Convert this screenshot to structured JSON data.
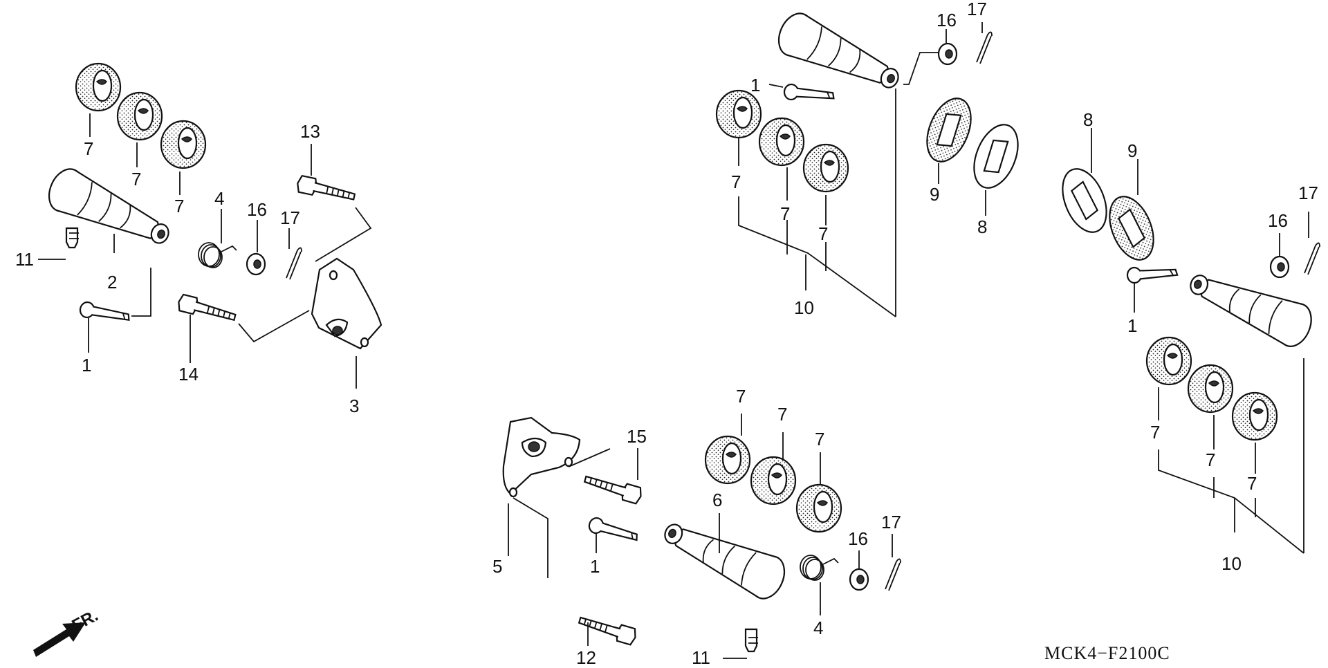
{
  "diagram_code": "MCK4−F2100C",
  "front_indicator": "FR.",
  "labels": [
    {
      "id": "a7a",
      "text": "7"
    },
    {
      "id": "a7b",
      "text": "7"
    },
    {
      "id": "a7c",
      "text": "7"
    },
    {
      "id": "a13",
      "text": "13"
    },
    {
      "id": "a4",
      "text": "4"
    },
    {
      "id": "a16",
      "text": "16"
    },
    {
      "id": "a17",
      "text": "17"
    },
    {
      "id": "a11",
      "text": "11"
    },
    {
      "id": "a2",
      "text": "2"
    },
    {
      "id": "a1",
      "text": "1"
    },
    {
      "id": "a14",
      "text": "14"
    },
    {
      "id": "a3",
      "text": "3"
    },
    {
      "id": "b16",
      "text": "16"
    },
    {
      "id": "b17",
      "text": "17"
    },
    {
      "id": "b1",
      "text": "1"
    },
    {
      "id": "b7a",
      "text": "7"
    },
    {
      "id": "b7b",
      "text": "7"
    },
    {
      "id": "b7c",
      "text": "7"
    },
    {
      "id": "b10",
      "text": "10"
    },
    {
      "id": "b9",
      "text": "9"
    },
    {
      "id": "b8",
      "text": "8"
    },
    {
      "id": "c8",
      "text": "8"
    },
    {
      "id": "c9",
      "text": "9"
    },
    {
      "id": "c17",
      "text": "17"
    },
    {
      "id": "c16",
      "text": "16"
    },
    {
      "id": "c1",
      "text": "1"
    },
    {
      "id": "c7a",
      "text": "7"
    },
    {
      "id": "c7b",
      "text": "7"
    },
    {
      "id": "c7c",
      "text": "7"
    },
    {
      "id": "c10",
      "text": "10"
    },
    {
      "id": "d7a",
      "text": "7"
    },
    {
      "id": "d7b",
      "text": "7"
    },
    {
      "id": "d7c",
      "text": "7"
    },
    {
      "id": "d15",
      "text": "15"
    },
    {
      "id": "d6",
      "text": "6"
    },
    {
      "id": "d5",
      "text": "5"
    },
    {
      "id": "d1",
      "text": "1"
    },
    {
      "id": "d16",
      "text": "16"
    },
    {
      "id": "d17",
      "text": "17"
    },
    {
      "id": "d4",
      "text": "4"
    },
    {
      "id": "d12",
      "text": "12"
    },
    {
      "id": "d11",
      "text": "11"
    }
  ]
}
